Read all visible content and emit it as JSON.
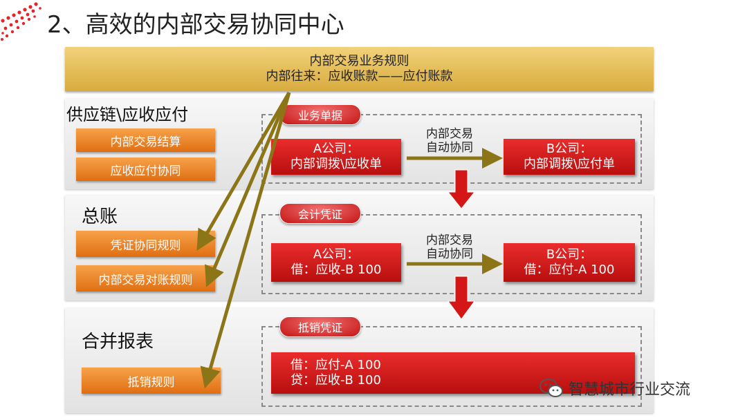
{
  "page_title": "2、高效的内部交易协同中心",
  "banner": {
    "line1": "内部交易业务规则",
    "line2": "内部往来：应收账款——应付账款"
  },
  "sections": {
    "supply_chain": {
      "label": "供应链\\应收应付",
      "buttons": [
        "内部交易结算",
        "应收应付协同"
      ],
      "tag": "业务单据",
      "box_a": {
        "line1": "A公司：",
        "line2": "内部调拨\\应收单"
      },
      "box_b": {
        "line1": "B公司：",
        "line2": "内部调拨\\应付单"
      },
      "middle": {
        "line1": "内部交易",
        "line2": "自动协同"
      }
    },
    "ledger": {
      "label": "总账",
      "buttons": [
        "凭证协同规则",
        "内部交易对账规则"
      ],
      "tag": "会计凭证",
      "box_a": {
        "line1": "A公司：",
        "line2": "借：应收-B 100"
      },
      "box_b": {
        "line1": "B公司：",
        "line2": "借：应付-A 100"
      },
      "middle": {
        "line1": "内部交易",
        "line2": "自动协同"
      }
    },
    "consolidation": {
      "label": "合并报表",
      "buttons": [
        "抵销规则"
      ],
      "tag": "抵销凭证",
      "box": {
        "line1": "借：应付-A 100",
        "line2": "贷：应收-B 100"
      }
    }
  },
  "watermark": "智慧城市行业交流",
  "colors": {
    "gold": "#d8ab3e",
    "red": "#c41414",
    "orange": "#e97a1c",
    "arrow_olive": "#8c7516"
  }
}
